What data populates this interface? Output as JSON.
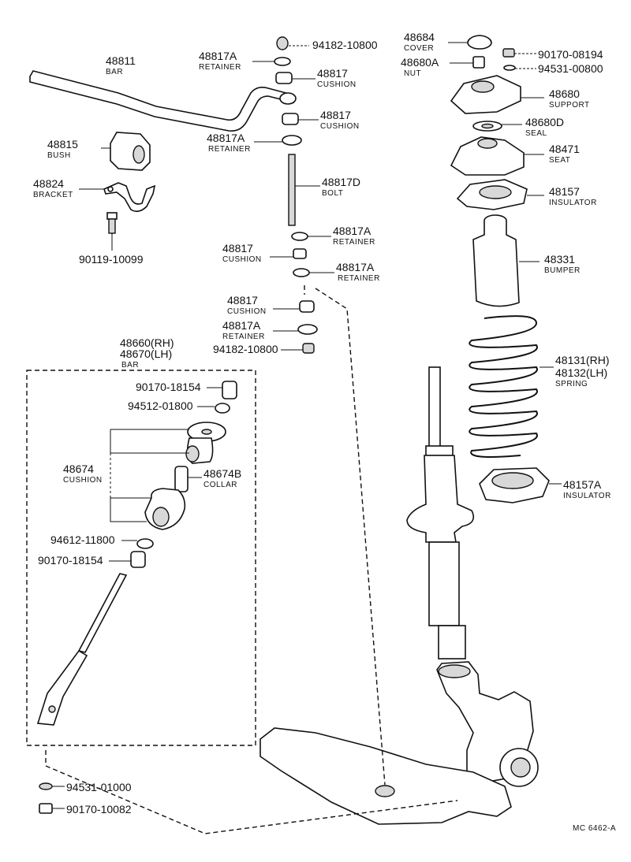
{
  "footer_code": "MC 6462-A",
  "parts": [
    {
      "id": "p48811",
      "number": "48811",
      "name": "BAR"
    },
    {
      "id": "p48815",
      "number": "48815",
      "name": "BUSH"
    },
    {
      "id": "p48824",
      "number": "48824",
      "name": "BRACKET"
    },
    {
      "id": "p90119",
      "number": "90119-10099",
      "name": ""
    },
    {
      "id": "p94182a",
      "number": "94182-10800",
      "name": ""
    },
    {
      "id": "p48817A_1",
      "number": "48817A",
      "name": "RETAINER"
    },
    {
      "id": "p48817_1",
      "number": "48817",
      "name": "CUSHION"
    },
    {
      "id": "p48817_2",
      "number": "48817",
      "name": "CUSHION"
    },
    {
      "id": "p48817A_2",
      "number": "48817A",
      "name": "RETAINER"
    },
    {
      "id": "p48817D",
      "number": "48817D",
      "name": "BOLT"
    },
    {
      "id": "p48817A_3",
      "number": "48817A",
      "name": "RETAINER"
    },
    {
      "id": "p48817_3",
      "number": "48817",
      "name": "CUSHION"
    },
    {
      "id": "p48817A_4",
      "number": "48817A",
      "name": "RETAINER"
    },
    {
      "id": "p48817_4",
      "number": "48817",
      "name": "CUSHION"
    },
    {
      "id": "p48817A_5",
      "number": "48817A",
      "name": "RETAINER"
    },
    {
      "id": "p94182b",
      "number": "94182-10800",
      "name": ""
    },
    {
      "id": "p48684",
      "number": "48684",
      "name": "COVER"
    },
    {
      "id": "p48680A",
      "number": "48680A",
      "name": "NUT"
    },
    {
      "id": "p90170a",
      "number": "90170-08194",
      "name": ""
    },
    {
      "id": "p94531a",
      "number": "94531-00800",
      "name": ""
    },
    {
      "id": "p48680",
      "number": "48680",
      "name": "SUPPORT"
    },
    {
      "id": "p48680D",
      "number": "48680D",
      "name": "SEAL"
    },
    {
      "id": "p48471",
      "number": "48471",
      "name": "SEAT"
    },
    {
      "id": "p48157",
      "number": "48157",
      "name": "INSULATOR"
    },
    {
      "id": "p48331",
      "number": "48331",
      "name": "BUMPER"
    },
    {
      "id": "p48131",
      "number": "48131(RH)",
      "name": ""
    },
    {
      "id": "p48132",
      "number": "48132(LH)",
      "name": "SPRING"
    },
    {
      "id": "p48157A",
      "number": "48157A",
      "name": "INSULATOR"
    },
    {
      "id": "p48660",
      "number": "48660(RH)",
      "name": ""
    },
    {
      "id": "p48670",
      "number": "48670(LH)",
      "name": "BAR"
    },
    {
      "id": "p90170b",
      "number": "90170-18154",
      "name": ""
    },
    {
      "id": "p94512",
      "number": "94512-01800",
      "name": ""
    },
    {
      "id": "p48674",
      "number": "48674",
      "name": "CUSHION"
    },
    {
      "id": "p48674B",
      "number": "48674B",
      "name": "COLLAR"
    },
    {
      "id": "p94612",
      "number": "94612-11800",
      "name": ""
    },
    {
      "id": "p90170c",
      "number": "90170-18154",
      "name": ""
    },
    {
      "id": "p94531b",
      "number": "94531-01000",
      "name": ""
    },
    {
      "id": "p90170d",
      "number": "90170-10082",
      "name": ""
    }
  ]
}
